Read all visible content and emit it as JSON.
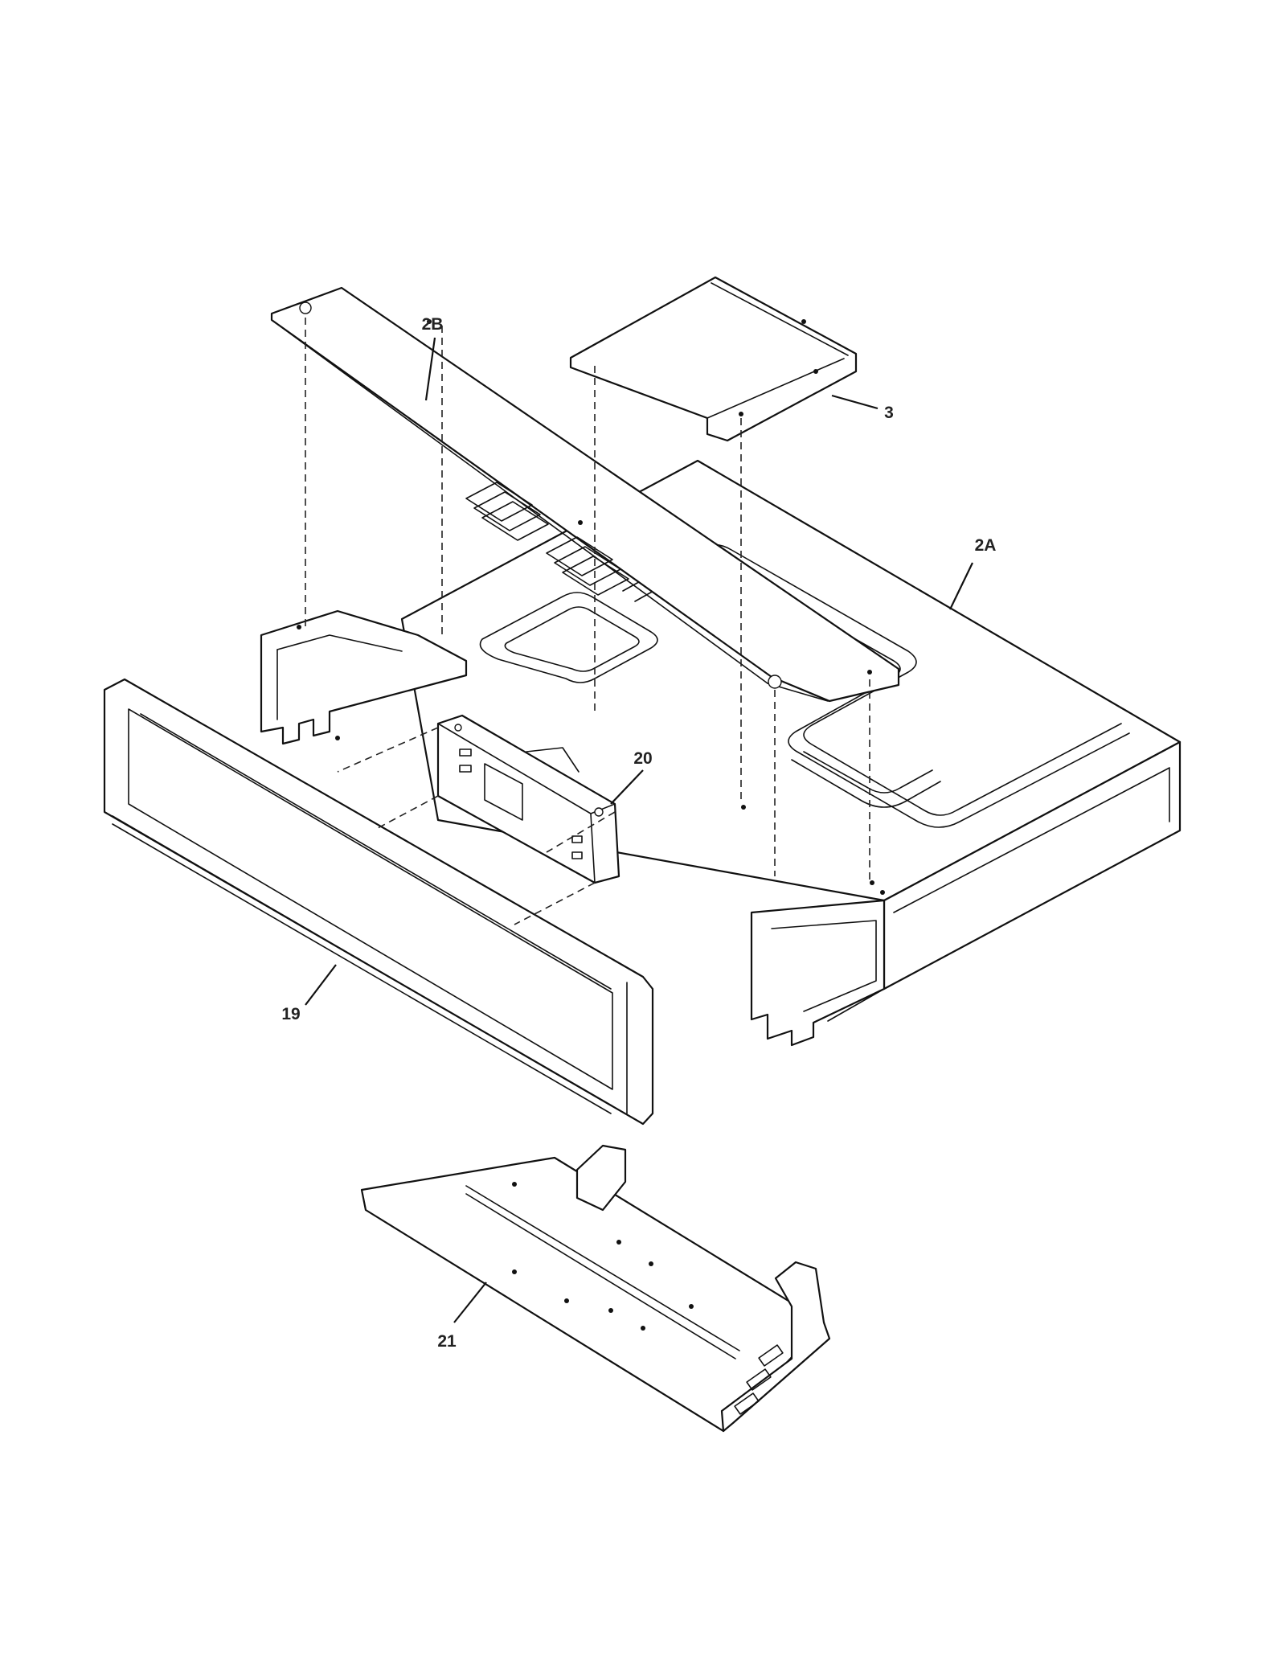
{
  "callouts": {
    "part_2b": "2B",
    "part_3": "3",
    "part_2a": "2A",
    "part_20": "20",
    "part_19": "19",
    "part_21": "21"
  },
  "colors": {
    "line": "#111111",
    "background": "#ffffff",
    "label": "#222222"
  }
}
